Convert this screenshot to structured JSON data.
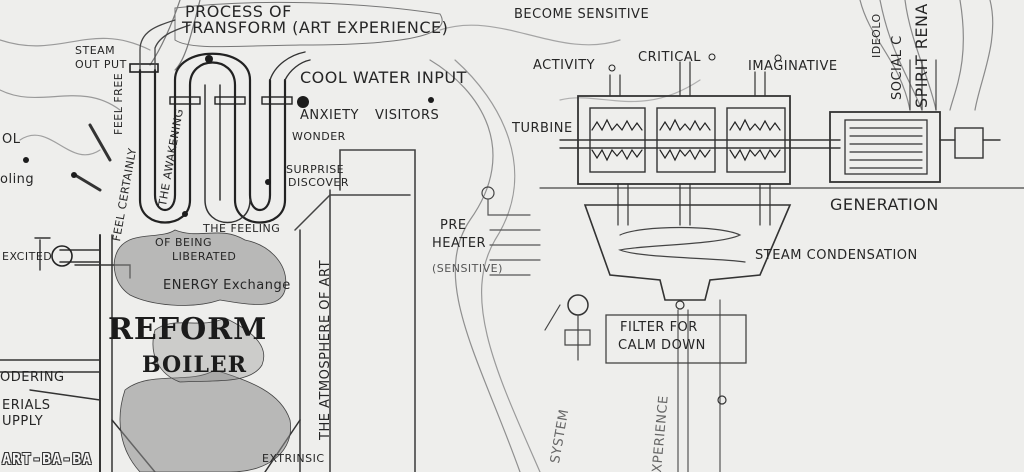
{
  "labels": {
    "process": "PROCESS OF",
    "transform": "TRANSFORM (ART EXPERIENCE)",
    "become_sensitive": "BECOME SENSITIVE",
    "activity": "ACTIVITY",
    "critical": "CRITICAL",
    "imaginative": "IMAGINATIVE",
    "steam_out_put": "STEAM OUT PUT",
    "cool_water_input": "COOL WATER INPUT",
    "anxiety": "ANXIETY",
    "visitors": "VISITORS",
    "wonder": "WONDER",
    "surprise": "SURPRISE",
    "discover": "DISCOVER",
    "turbine": "TURBINE",
    "generation": "GENERATION",
    "steam_condensation": "STEAM CONDENSATION",
    "pre_heater_1": "PRE",
    "pre_heater_2": "HEATER",
    "sensitive": "(SENSITIVE)",
    "filter_1": "FILTER FOR",
    "filter_2": "CALM DOWN",
    "feel_free": "FEEL FREE",
    "feel_certainly": "FEEL CERTAINLY",
    "the_awakening": "THE AWAKENING",
    "the_feeling_1": "THE FEELING",
    "the_feeling_2": "OF BEING",
    "liberated": "LIBERATED",
    "energy_exchange": "ENERGY Exchange",
    "reform": "REFORM",
    "boiler": "BOILER",
    "atmosphere": "THE ATMOSPHERE OF ART",
    "excited": "EXCITED",
    "ol": "OL",
    "oling": "oling",
    "odering": "ODERING",
    "erials": "ERIALS",
    "upply": "UPPLY",
    "extrinsic": "EXTRINSIC",
    "system": "SYSTEM",
    "xperience": "XPERIENCE",
    "ideolo": "IDEOLO",
    "social_c": "SOCIAL C",
    "spirit_rena": "SPIRIT RENA",
    "watermark": "ART-BA-BA"
  }
}
